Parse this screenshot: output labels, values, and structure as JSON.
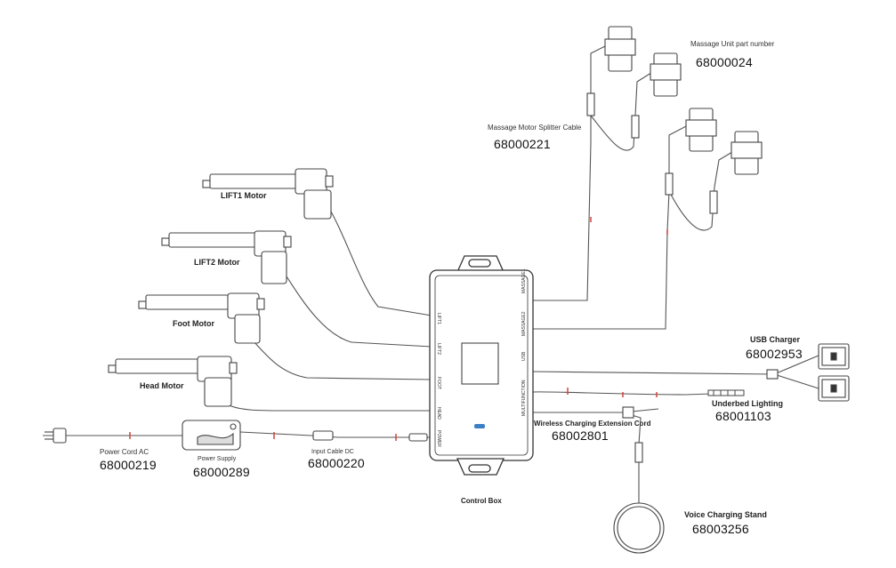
{
  "labels": {
    "massage_unit": "Massage Unit part number",
    "massage_unit_pn": "68000024",
    "splitter": "Massage Motor Splitter Cable",
    "splitter_pn": "68000221",
    "lift1": "LIFT1 Motor",
    "lift2": "LIFT2 Motor",
    "foot": "Foot Motor",
    "head": "Head Motor",
    "usb": "USB Charger",
    "usb_pn": "68002953",
    "underbed": "Underbed Lighting",
    "underbed_pn": "68001103",
    "wireless": "Wireless Charging Extension Cord",
    "wireless_pn": "68002801",
    "power_cord": "Power Cord  AC",
    "power_cord_pn": "68000219",
    "power_supply": "Power Supply",
    "power_supply_pn": "68000289",
    "input_cable": "Input Cable  DC",
    "input_cable_pn": "68000220",
    "control_box": "Control Box",
    "voice_stand": "Voice Charging Stand",
    "voice_stand_pn": "68003256"
  },
  "ports": {
    "lift1": "LIFT1",
    "lift2": "LIFT2",
    "foot": "FOOT",
    "head": "HEAD",
    "power": "POWER",
    "massage1": "MASSAGE1",
    "massage2": "MASSAGE2",
    "usb": "USB",
    "multi": "MULTIFUNCTION"
  },
  "colors": {
    "line": "#555555",
    "accent": "#d0443a",
    "led": "#3b7fc4"
  }
}
